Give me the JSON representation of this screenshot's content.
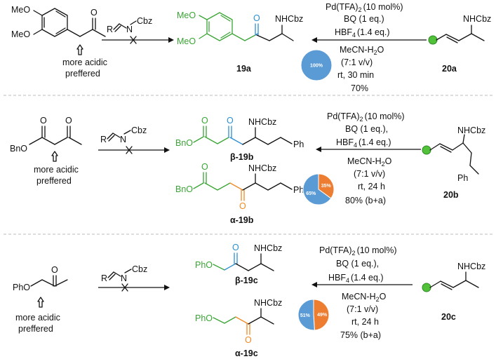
{
  "rows": [
    {
      "substrate_groups": [
        "MeO",
        "MeO"
      ],
      "substrate_note": [
        "more acidic",
        "preffered"
      ],
      "imine": {
        "r": "R",
        "n": "N",
        "cbz": "Cbz"
      },
      "product_groups": [
        "MeO",
        "MeO"
      ],
      "product_nh": "NHCbz",
      "product_labels": [
        "19a"
      ],
      "conditions": [
        "Pd(TFA)",
        "BQ (1 eq.)",
        "HBF",
        "MeCN-H",
        "(7:1 v/v)",
        "rt, 30 min",
        "70%"
      ],
      "pd_sub": "2",
      "pd_suffix": "(10 mol%)",
      "hbf_sub": "4",
      "hbf_suffix": "(1.4 eq.)",
      "h2o_sub": "2",
      "h2o_suffix": "O",
      "allyl_nh": "NHCbz",
      "allyl_label": "20a",
      "pie": [
        {
          "label": "100%",
          "value": 100,
          "color": "#5b9bd5"
        }
      ]
    },
    {
      "substrate_groups": [
        "BnO"
      ],
      "substrate_note": [
        "more acidic",
        "preffered"
      ],
      "imine": {
        "r": "R",
        "n": "N",
        "cbz": "Cbz"
      },
      "product_groups": [
        "BnO",
        "BnO"
      ],
      "product_nh": "NHCbz",
      "product_ph": "Ph",
      "product_labels": [
        "β-19b",
        "α-19b"
      ],
      "conditions": [
        "Pd(TFA)",
        "BQ (1 eq.),",
        "HBF",
        "MeCN-H",
        "(7:1 v/v)",
        "rt, 24 h",
        "80% (b+a)"
      ],
      "pd_sub": "2",
      "pd_suffix": "(10 mol%)",
      "hbf_sub": "4",
      "hbf_suffix": "(1.4 eq.)",
      "h2o_sub": "2",
      "h2o_suffix": "O",
      "allyl_nh": "NHCbz",
      "allyl_ph": "Ph",
      "allyl_label": "20b",
      "pie": [
        {
          "label": "35%",
          "value": 35,
          "color": "#ed7d31"
        },
        {
          "label": "65%",
          "value": 65,
          "color": "#5b9bd5"
        }
      ]
    },
    {
      "substrate_groups": [
        "PhO"
      ],
      "substrate_note": [
        "more acidic",
        "preffered"
      ],
      "imine": {
        "r": "R",
        "n": "N",
        "cbz": "Cbz"
      },
      "product_groups": [
        "PhO",
        "PhO"
      ],
      "product_nh": "NHCbz",
      "product_labels": [
        "β-19c",
        "α-19c"
      ],
      "conditions": [
        "Pd(TFA)",
        "BQ (1 eq.),",
        "HBF",
        "MeCN-H",
        "(7:1 v/v)",
        "rt, 24 h",
        "75% (b+a)"
      ],
      "pd_sub": "2",
      "pd_suffix": "(10 mol%)",
      "hbf_sub": "4",
      "hbf_suffix": "(1.4 eq.)",
      "h2o_sub": "2",
      "h2o_suffix": "O",
      "allyl_nh": "NHCbz",
      "allyl_label": "20c",
      "pie": [
        {
          "label": "49%",
          "value": 49,
          "color": "#ed7d31"
        },
        {
          "label": "51%",
          "value": 51,
          "color": "#5b9bd5"
        }
      ]
    }
  ]
}
